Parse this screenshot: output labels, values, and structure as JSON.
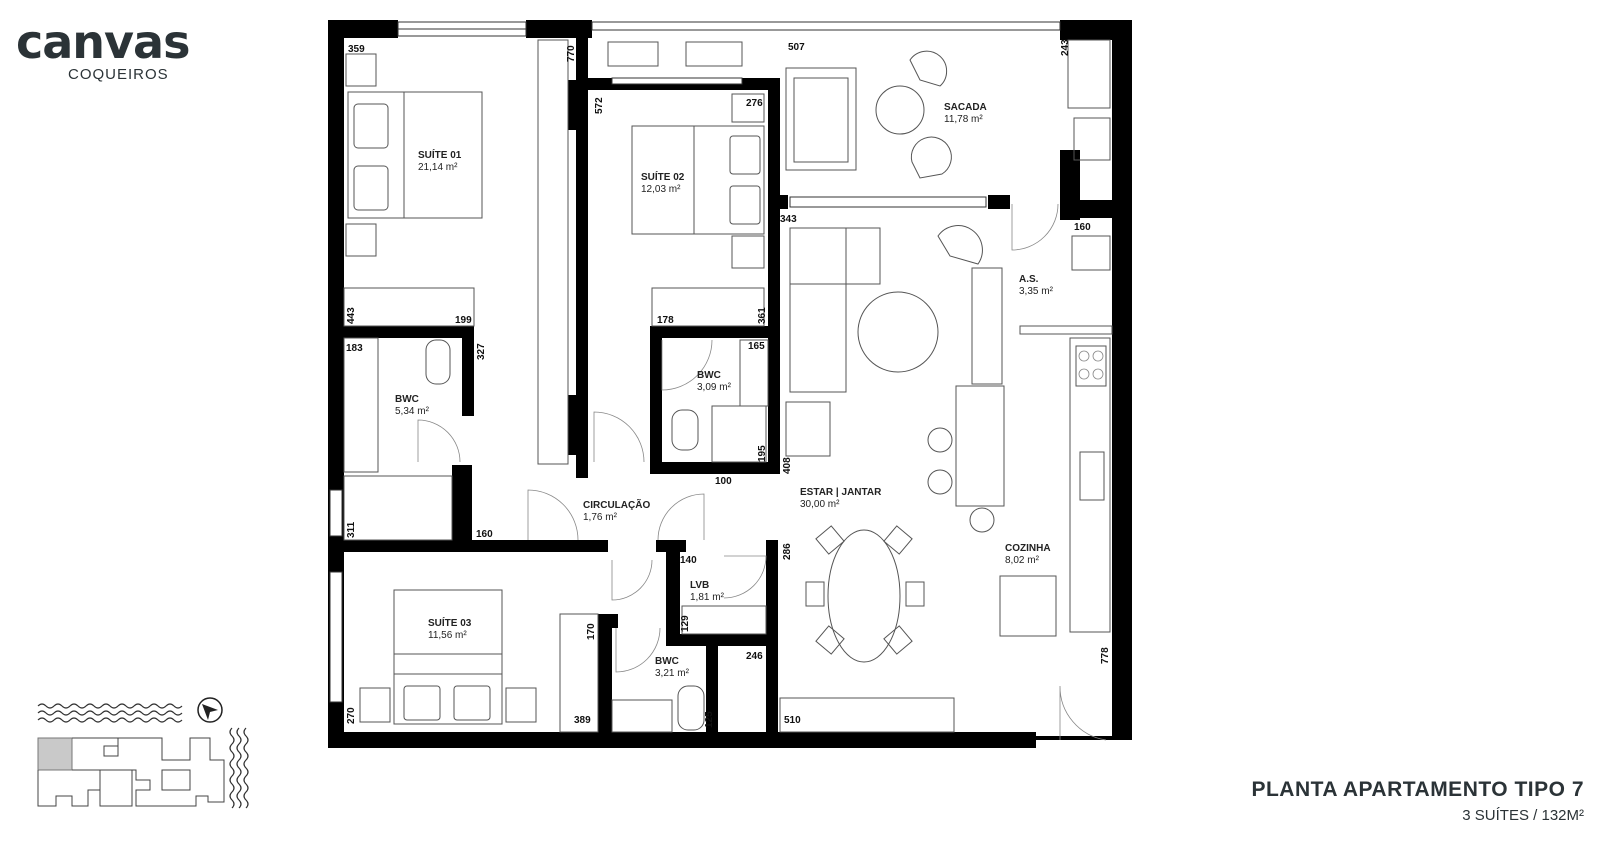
{
  "brand": {
    "name": "canvas",
    "subtitle": "COQUEIROS"
  },
  "title": {
    "main": "PLANTA APARTAMENTO TIPO 7",
    "sub": "3 SUÍTES / 132M²"
  },
  "rooms": [
    {
      "id": "suite01",
      "name": "SUÍTE 01",
      "area": "21,14 m²"
    },
    {
      "id": "suite02",
      "name": "SUÍTE 02",
      "area": "12,03 m²"
    },
    {
      "id": "sacada",
      "name": "SACADA",
      "area": "11,78 m²"
    },
    {
      "id": "bwc1",
      "name": "BWC",
      "area": "5,34 m²"
    },
    {
      "id": "bwc2",
      "name": "BWC",
      "area": "3,09 m²"
    },
    {
      "id": "as",
      "name": "A.S.",
      "area": "3,35 m²"
    },
    {
      "id": "circ",
      "name": "CIRCULAÇÃO",
      "area": "1,76 m²"
    },
    {
      "id": "estar",
      "name": "ESTAR | JANTAR",
      "area": "30,00 m²"
    },
    {
      "id": "cozinha",
      "name": "COZINHA",
      "area": "8,02 m²"
    },
    {
      "id": "lvb",
      "name": "LVB",
      "area": "1,81 m²"
    },
    {
      "id": "suite03",
      "name": "SUÍTE 03",
      "area": "11,56 m²"
    },
    {
      "id": "bwc3",
      "name": "BWC",
      "area": "3,21 m²"
    }
  ],
  "dimensions": {
    "d359": "359",
    "d770": "770",
    "d507": "507",
    "d243": "243",
    "d572": "572",
    "d276": "276",
    "d343": "343",
    "d160a": "160",
    "d443": "443",
    "d199": "199",
    "d178": "178",
    "d361": "361",
    "d183": "183",
    "d327": "327",
    "d165": "165",
    "d195": "195",
    "d408": "408",
    "d100": "100",
    "d311": "311",
    "d160b": "160",
    "d286": "286",
    "d140": "140",
    "d129": "129",
    "d170": "170",
    "d246": "246",
    "d778": "778",
    "d270": "270",
    "d389": "389",
    "d125": "125",
    "d510": "510"
  }
}
